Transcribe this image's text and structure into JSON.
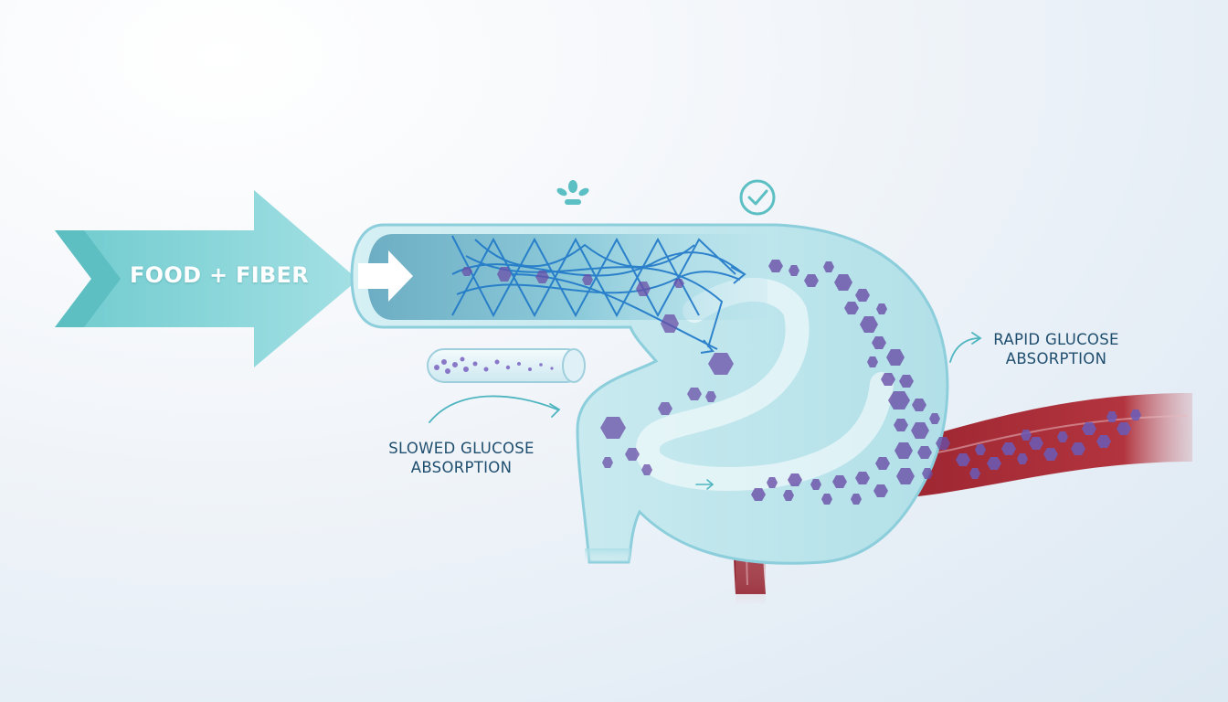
{
  "labels": {
    "food_fiber": "FOOD + FIBER",
    "slowed_line1": "SLOWED GLUCOSE",
    "slowed_line2": "ABSORPTION",
    "rapid_line1": "RAPID GLUCOSE",
    "rapid_line2": "ABSORPTION"
  },
  "icons": {
    "top_left": "sprout-icon",
    "top_right": "check-circle-icon"
  },
  "colors": {
    "arrow": "#7fd3d6",
    "arrow_dark": "#5bbfc3",
    "intestine": "#a9dde6",
    "intestine_edge": "#8ccedb",
    "fiber_mesh": "#1f78c8",
    "glucose": "#6a4fa8",
    "blood_vessel": "#a82a34",
    "text_dark": "#1f4e6e",
    "accent_teal": "#4fb5c0"
  }
}
